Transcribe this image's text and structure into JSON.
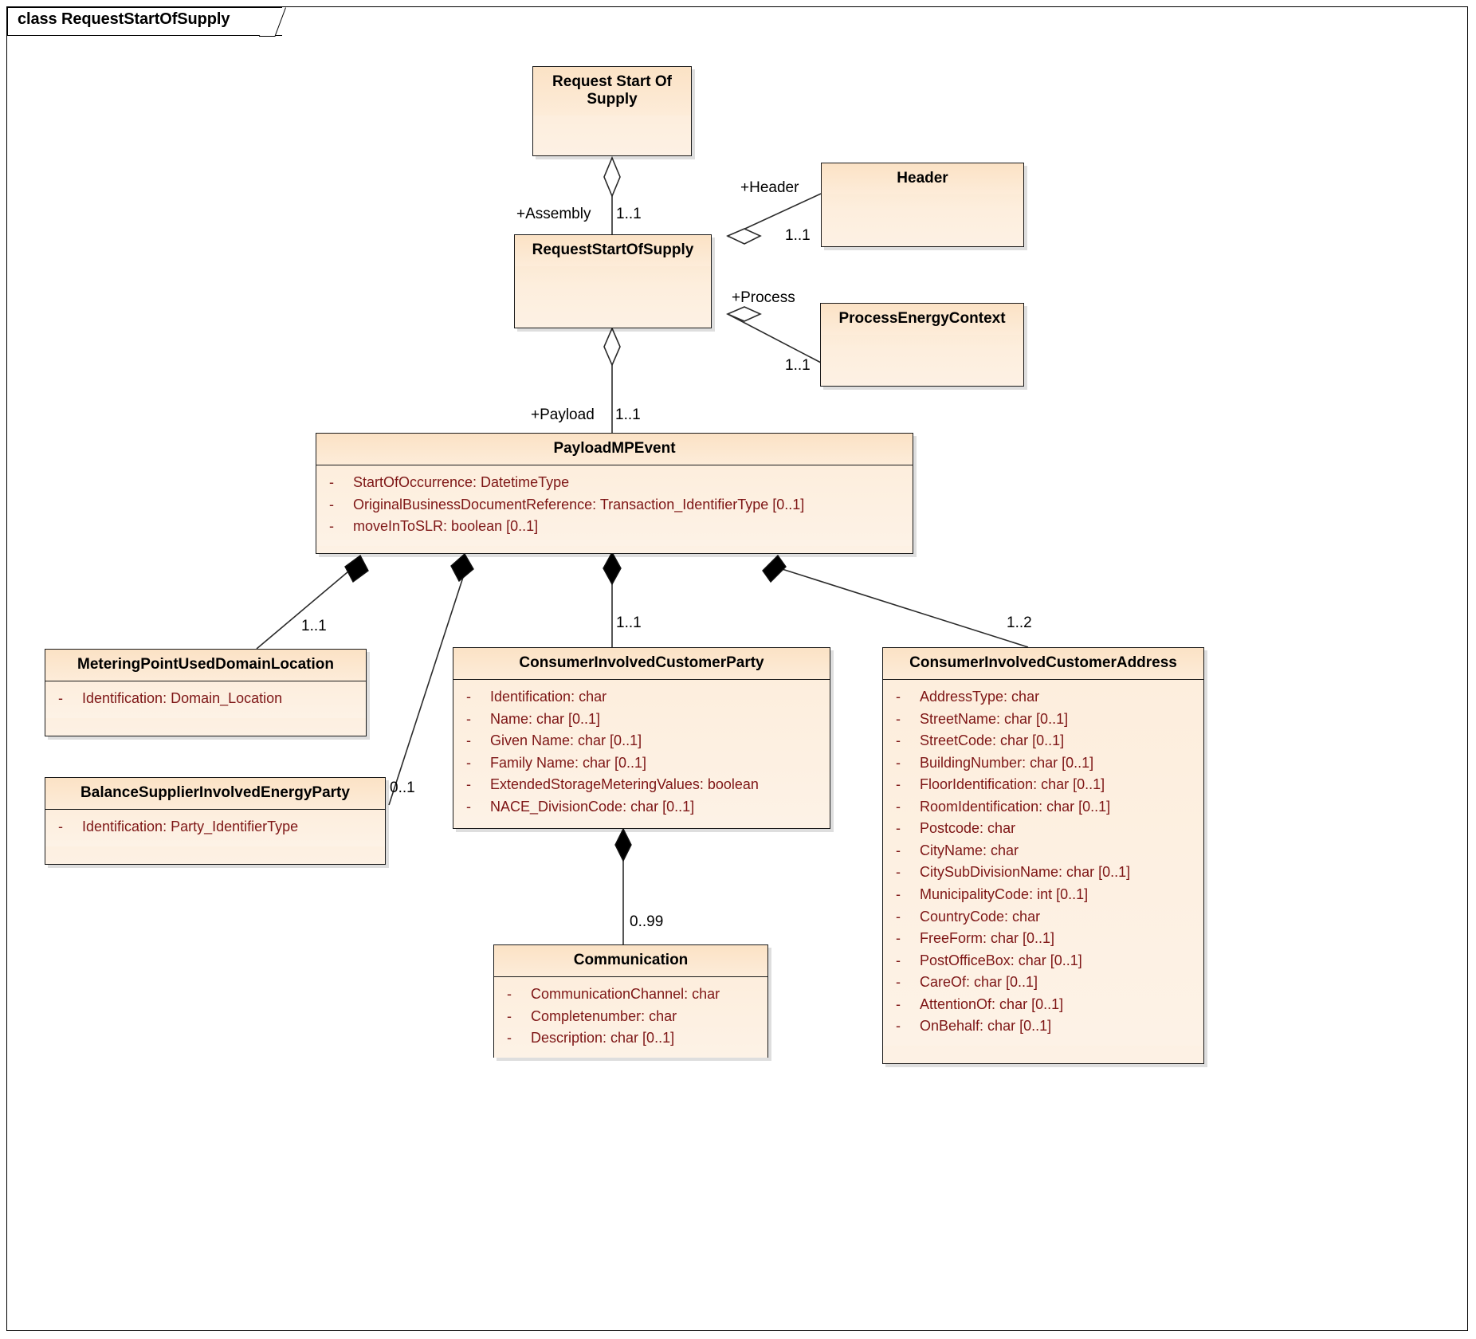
{
  "diagram": {
    "frame_label": "class RequestStartOfSupply",
    "type": "uml-class-diagram",
    "colors": {
      "class_fill": "#fdeedd",
      "class_header_fill": "#fbe2c5",
      "class_border": "#1a1a1a",
      "attribute_text": "#7e1616",
      "title_text": "#000000",
      "background": "#ffffff"
    }
  },
  "classes": {
    "request_start_of_supply_top": {
      "name": "Request Start Of Supply",
      "name_line1": "Request Start Of",
      "name_line2": "Supply",
      "attributes": []
    },
    "request_start_of_supply": {
      "name": "RequestStartOfSupply",
      "attributes": []
    },
    "header": {
      "name": "Header",
      "attributes": []
    },
    "process_energy_context": {
      "name": "ProcessEnergyContext",
      "attributes": []
    },
    "payload_mp_event": {
      "name": "PayloadMPEvent",
      "attributes": [
        {
          "visibility": "-",
          "signature": "StartOfOccurrence: DatetimeType"
        },
        {
          "visibility": "-",
          "signature": "OriginalBusinessDocumentReference: Transaction_IdentifierType [0..1]"
        },
        {
          "visibility": "-",
          "signature": "moveInToSLR: boolean [0..1]"
        }
      ]
    },
    "metering_point_used_domain_location": {
      "name": "MeteringPointUsedDomainLocation",
      "attributes": [
        {
          "visibility": "-",
          "signature": "Identification: Domain_Location"
        }
      ]
    },
    "balance_supplier_involved_energy_party": {
      "name": "BalanceSupplierInvolvedEnergyParty",
      "attributes": [
        {
          "visibility": "-",
          "signature": "Identification: Party_IdentifierType"
        }
      ]
    },
    "consumer_involved_customer_party": {
      "name": "ConsumerInvolvedCustomerParty",
      "attributes": [
        {
          "visibility": "-",
          "signature": "Identification: char"
        },
        {
          "visibility": "-",
          "signature": "Name: char [0..1]"
        },
        {
          "visibility": "-",
          "signature": "Given Name: char [0..1]"
        },
        {
          "visibility": "-",
          "signature": "Family Name: char [0..1]"
        },
        {
          "visibility": "-",
          "signature": "ExtendedStorageMeteringValues: boolean"
        },
        {
          "visibility": "-",
          "signature": "NACE_DivisionCode: char [0..1]"
        }
      ]
    },
    "consumer_involved_customer_address": {
      "name": "ConsumerInvolvedCustomerAddress",
      "attributes": [
        {
          "visibility": "-",
          "signature": "AddressType: char"
        },
        {
          "visibility": "-",
          "signature": "StreetName: char [0..1]"
        },
        {
          "visibility": "-",
          "signature": "StreetCode: char [0..1]"
        },
        {
          "visibility": "-",
          "signature": "BuildingNumber: char [0..1]"
        },
        {
          "visibility": "-",
          "signature": "FloorIdentification: char [0..1]"
        },
        {
          "visibility": "-",
          "signature": "RoomIdentification: char [0..1]"
        },
        {
          "visibility": "-",
          "signature": "Postcode: char"
        },
        {
          "visibility": "-",
          "signature": "CityName: char"
        },
        {
          "visibility": "-",
          "signature": "CitySubDivisionName: char [0..1]"
        },
        {
          "visibility": "-",
          "signature": "MunicipalityCode: int [0..1]"
        },
        {
          "visibility": "-",
          "signature": "CountryCode: char"
        },
        {
          "visibility": "-",
          "signature": "FreeForm: char [0..1]"
        },
        {
          "visibility": "-",
          "signature": "PostOfficeBox: char [0..1]"
        },
        {
          "visibility": "-",
          "signature": "CareOf: char [0..1]"
        },
        {
          "visibility": "-",
          "signature": "AttentionOf: char [0..1]"
        },
        {
          "visibility": "-",
          "signature": "OnBehalf: char [0..1]"
        }
      ]
    },
    "communication": {
      "name": "Communication",
      "attributes": [
        {
          "visibility": "-",
          "signature": "CommunicationChannel: char"
        },
        {
          "visibility": "-",
          "signature": "Completenumber: char"
        },
        {
          "visibility": "-",
          "signature": "Description: char [0..1]"
        }
      ]
    }
  },
  "edges": {
    "assembly_role": "+Assembly",
    "assembly_mult": "1..1",
    "header_role": "+Header",
    "header_mult": "1..1",
    "process_role": "+Process",
    "process_mult": "1..1",
    "payload_role": "+Payload",
    "payload_mult": "1..1",
    "metering_point_mult": "1..1",
    "balance_supplier_mult": "0..1",
    "customer_party_mult": "1..1",
    "customer_address_mult": "1..2",
    "communication_mult": "0..99"
  }
}
